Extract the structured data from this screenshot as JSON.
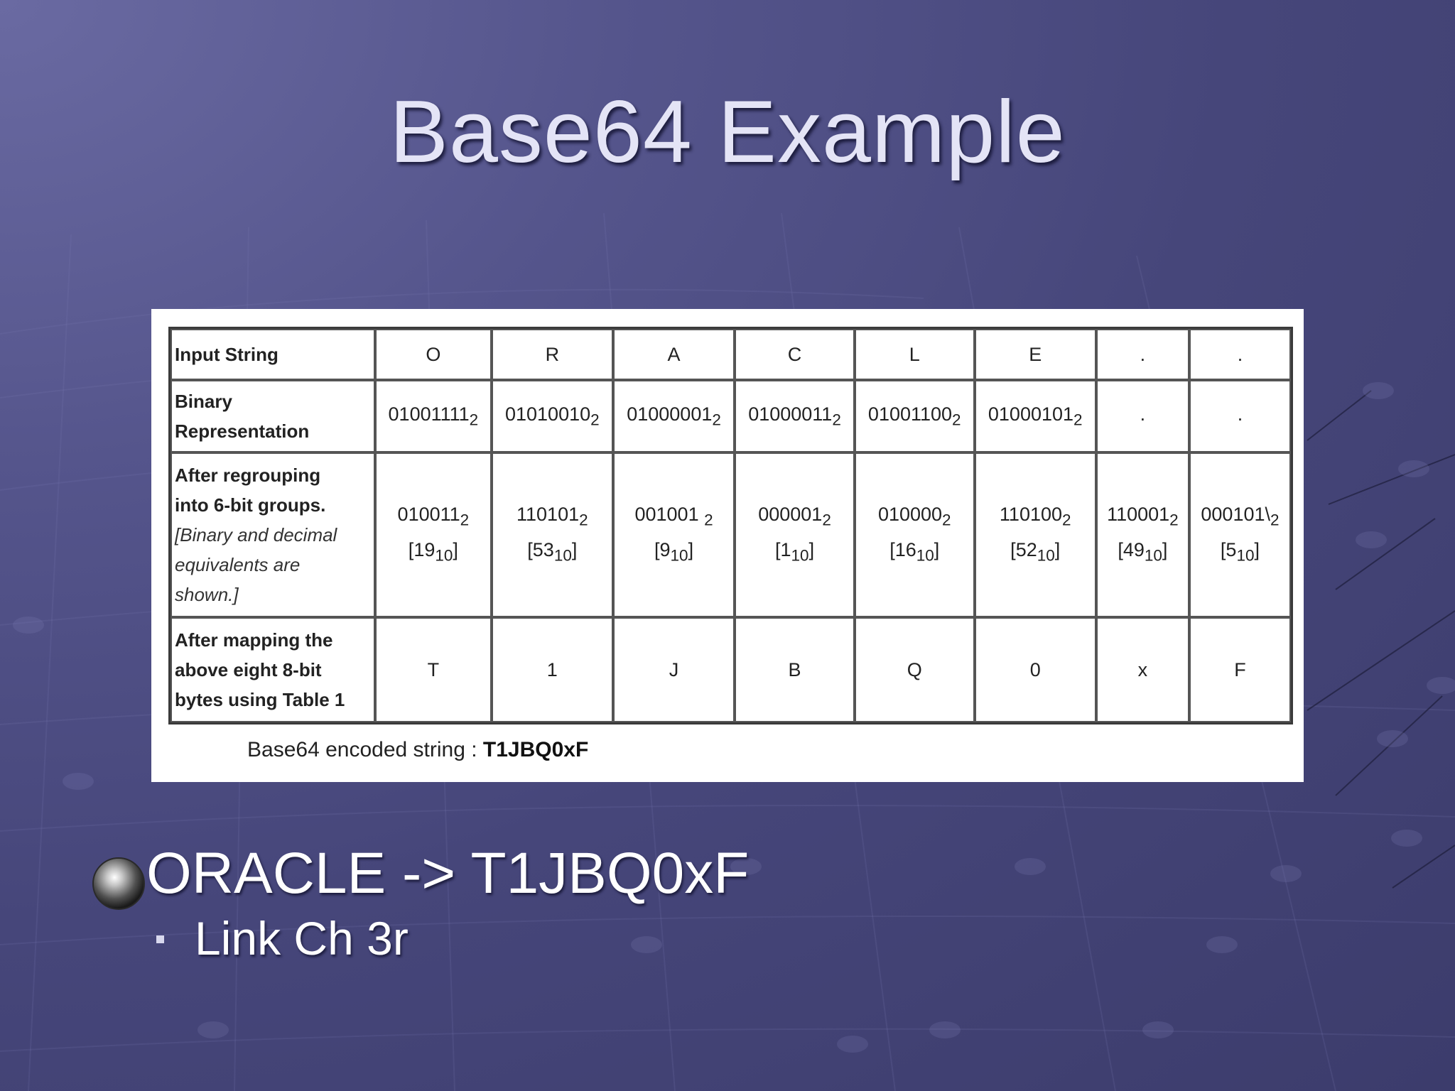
{
  "slide": {
    "title": "Base64 Example"
  },
  "figure": {
    "rows": [
      {
        "header": "Input String",
        "cells": [
          "O",
          "R",
          "A",
          "C",
          "L",
          "E",
          ".",
          "."
        ]
      },
      {
        "header_lines": [
          "Binary",
          "Representation"
        ],
        "cells": [
          {
            "main": "01001111",
            "sub": "2"
          },
          {
            "main": "01010010",
            "sub": "2"
          },
          {
            "main": "01000001",
            "sub": "2"
          },
          {
            "main": "01000011",
            "sub": "2"
          },
          {
            "main": "01001100",
            "sub": "2"
          },
          {
            "main": "01000101",
            "sub": "2"
          },
          {
            "main": ".",
            "sub": ""
          },
          {
            "main": ".",
            "sub": ""
          }
        ]
      },
      {
        "header_lines": [
          "After regrouping",
          "into 6-bit groups."
        ],
        "header_note_lines": [
          "[Binary and decimal",
          "equivalents are",
          "shown.]"
        ],
        "cells": [
          {
            "bin": "010011",
            "bin_sub": "2",
            "dec": "19",
            "dec_sub": "10"
          },
          {
            "bin": "110101",
            "bin_sub": "2",
            "dec": "53",
            "dec_sub": "10"
          },
          {
            "bin": "001001 ",
            "bin_sub": "2",
            "dec": "9",
            "dec_sub": "10"
          },
          {
            "bin": "000001",
            "bin_sub": "2",
            "dec": "1",
            "dec_sub": "10"
          },
          {
            "bin": "010000",
            "bin_sub": "2",
            "dec": "16",
            "dec_sub": "10"
          },
          {
            "bin": "110100",
            "bin_sub": "2",
            "dec": "52",
            "dec_sub": "10"
          },
          {
            "bin": "110001",
            "bin_sub": "2",
            "dec": "49",
            "dec_sub": "10"
          },
          {
            "bin": "000101\\",
            "bin_sub": "2",
            "dec": "5",
            "dec_sub": "10"
          }
        ]
      },
      {
        "header_lines": [
          "After mapping the",
          "above eight 8-bit",
          "bytes using Table 1"
        ],
        "cells": [
          "T",
          "1",
          "J",
          "B",
          "Q",
          "0",
          "x",
          "F"
        ]
      }
    ],
    "caption_label": "Base64 encoded string : ",
    "caption_value": "T1JBQ0xF"
  },
  "bullets": {
    "main": "ORACLE -> T1JBQ0xF",
    "sub": "Link Ch 3r"
  }
}
